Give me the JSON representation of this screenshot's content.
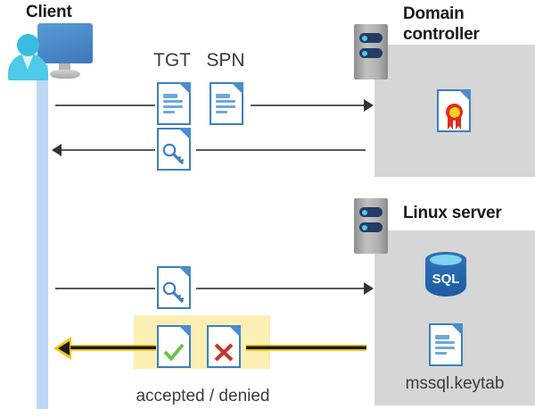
{
  "diagram": {
    "title": "Kerberos authentication flow between Client, Domain controller and Linux server",
    "colors": {
      "lifeline": "#bbd9f5",
      "server_box": "#d6d6d6",
      "highlight": "#fcefb4",
      "accent_blue": "#3d7fc1",
      "gold": "#f5c518",
      "accept_green": "#6cc24a",
      "deny_red": "#c0392b",
      "sql_blue": "#1e5ca3",
      "seal_red": "#e02b20",
      "seal_gold": "#ffd21a",
      "line": "#595959"
    }
  },
  "client": {
    "label": "Client",
    "icon": "user-workstation-icon"
  },
  "domain_controller": {
    "label_line1": "Domain",
    "label_line2": "controller",
    "server_icon": "server-rack-icon",
    "contents": [
      {
        "name": "certificate-document-icon",
        "label": ""
      }
    ]
  },
  "linux_server": {
    "label": "Linux server",
    "server_icon": "server-rack-icon",
    "contents": [
      {
        "name": "sql-database-icon",
        "label": "SQL"
      },
      {
        "name": "keytab-document-icon",
        "label": "mssql.keytab"
      }
    ]
  },
  "flows": [
    {
      "id": "request",
      "direction": "client-to-domain-controller",
      "labels": [
        "TGT",
        "SPN"
      ],
      "icons": [
        "tgt-document-icon",
        "spn-document-icon"
      ],
      "highlighted": false
    },
    {
      "id": "ticket-response",
      "direction": "domain-controller-to-client",
      "labels": [],
      "icons": [
        "key-document-icon"
      ],
      "highlighted": false
    },
    {
      "id": "service-ticket",
      "direction": "client-to-linux-server",
      "labels": [],
      "icons": [
        "key-document-icon"
      ],
      "highlighted": false
    },
    {
      "id": "auth-result",
      "direction": "linux-server-to-client",
      "labels": [
        "accepted / denied"
      ],
      "icons": [
        "accepted-document-icon",
        "denied-document-icon"
      ],
      "highlighted": true
    }
  ],
  "labels": {
    "tgt": "TGT",
    "spn": "SPN",
    "accepted_denied": "accepted / denied",
    "keytab": "mssql.keytab",
    "sql": "SQL"
  }
}
